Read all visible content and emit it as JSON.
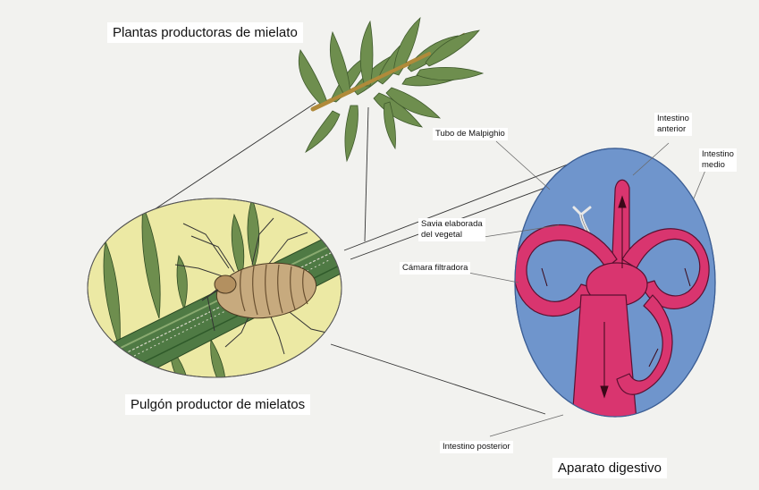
{
  "labels": {
    "plantas": "Plantas productoras de mielato",
    "pulgon": "Pulgón productor de mielatos",
    "aparato": "Aparato digestivo",
    "tubo_malpighio": "Tubo de Malpighio",
    "intestino_anterior_1": "Intestino",
    "intestino_anterior_2": "anterior",
    "intestino_medio_1": "Intestino",
    "intestino_medio_2": "medio",
    "savia_1": "Savia elaborada",
    "savia_2": "del vegetal",
    "camara": "Cámara filtradora",
    "intestino_posterior": "Intestino posterior"
  },
  "colors": {
    "background": "#f2f2ef",
    "ellipse_left_fill": "#ece9a4",
    "ellipse_right_fill": "#6f95cc",
    "gut_fill": "#d9356f",
    "leaf_fill": "#6e8e4e",
    "stem_fill": "#4f7a44",
    "stem_twig": "#b08a3a",
    "aphid_body": "#c7aa7e"
  }
}
